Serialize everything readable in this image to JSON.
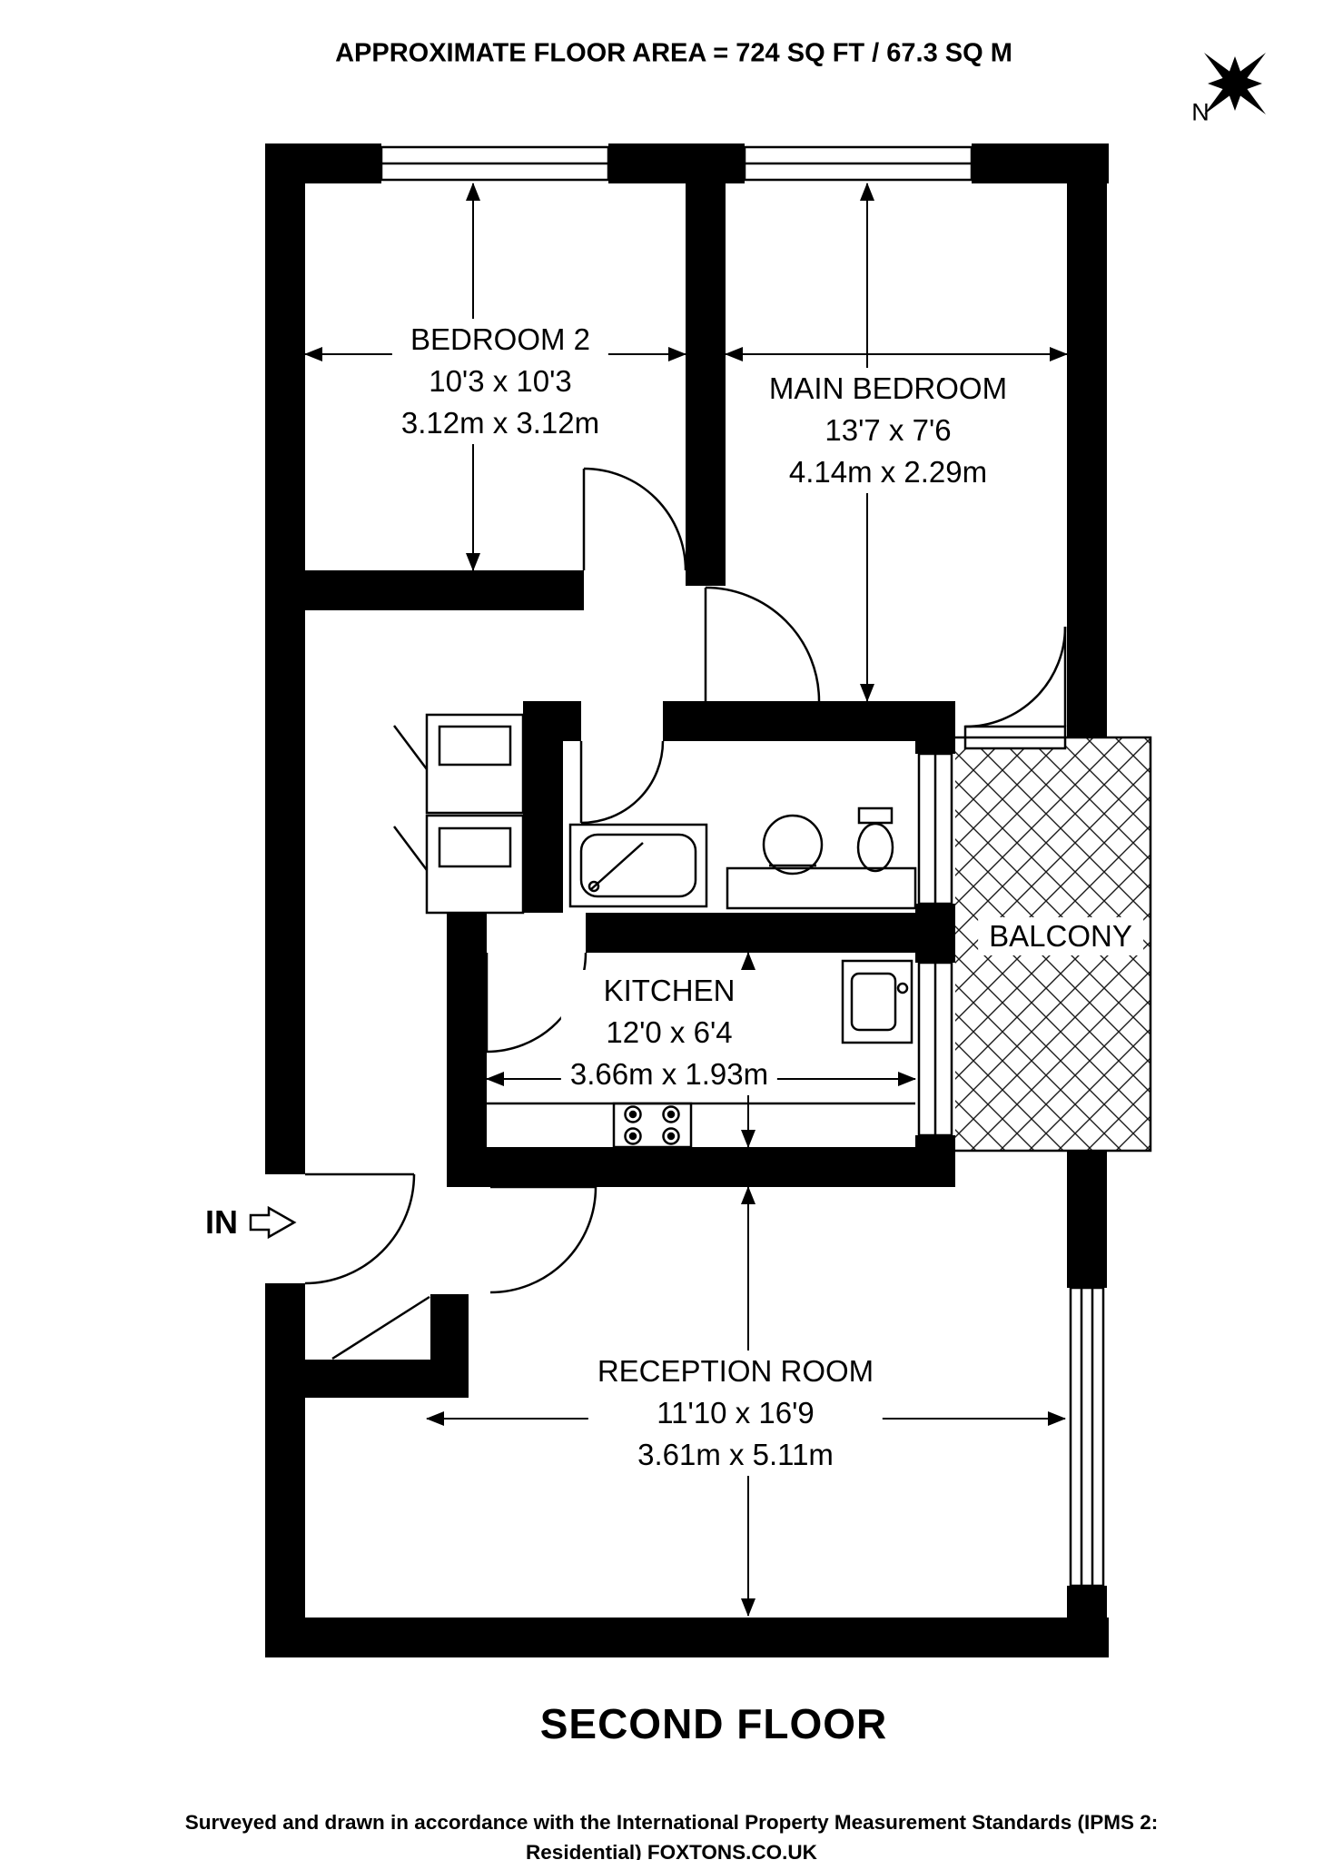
{
  "header": {
    "text": "APPROXIMATE FLOOR AREA = 724 SQ FT / 67.3 SQ M"
  },
  "compass": {
    "north": "N"
  },
  "rooms": {
    "bedroom2": {
      "name": "BEDROOM 2",
      "imperial": "10'3 x 10'3",
      "metric": "3.12m x 3.12m"
    },
    "main_bedroom": {
      "name": "MAIN BEDROOM",
      "imperial": "13'7 x 7'6",
      "metric": "4.14m x 2.29m"
    },
    "kitchen": {
      "name": "KITCHEN",
      "imperial": "12'0 x 6'4",
      "metric": "3.66m x 1.93m"
    },
    "reception": {
      "name": "RECEPTION ROOM",
      "imperial": "11'10 x 16'9",
      "metric": "3.61m x 5.11m"
    },
    "balcony": {
      "name": "BALCONY"
    }
  },
  "entrance": {
    "label": "IN"
  },
  "floor": {
    "title": "SECOND FLOOR"
  },
  "footer": {
    "line1": "Surveyed and drawn in accordance with the International Property Measurement Standards (IPMS 2:",
    "line2": "Residential) FOXTONS.CO.UK"
  },
  "colors": {
    "wall": "#000000",
    "background": "#ffffff",
    "line": "#000000"
  }
}
